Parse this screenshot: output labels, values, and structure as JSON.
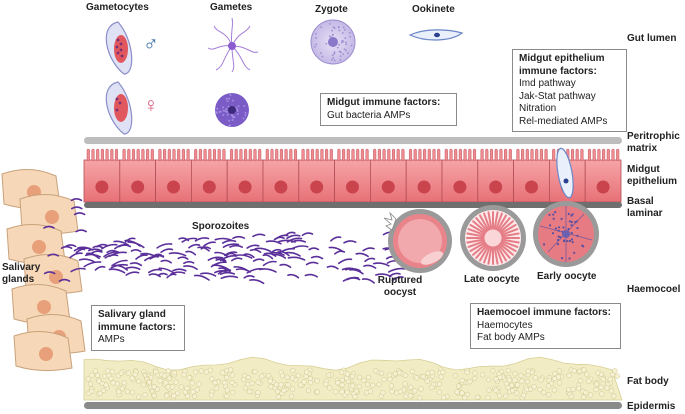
{
  "stages": {
    "gametocytes": "Gametocytes",
    "gametes": "Gametes",
    "zygote": "Zygote",
    "ookinete": "Ookinete",
    "male_symbol": "♂",
    "female_symbol": "♀"
  },
  "compartments": {
    "gut_lumen": "Gut lumen",
    "peritrophic_matrix": [
      "Peritrophic",
      "matrix"
    ],
    "midgut_epithelium": [
      "Midgut",
      "epithelium"
    ],
    "basal_lamina": [
      "Basal",
      "laminar"
    ],
    "haemocoel": "Haemocoel",
    "fat_body": "Fat body",
    "epidermis": "Epidermis",
    "salivary_glands": [
      "Salivary",
      "glands"
    ]
  },
  "parasites": {
    "sporozoites": "Sporozoites",
    "ruptured_oocyst": [
      "Ruptured",
      "oocyst"
    ],
    "late_oocyte": "Late oocyte",
    "early_oocyte": "Early oocyte"
  },
  "boxes": {
    "midgut_epithelium": {
      "title": [
        "Midgut epithelium",
        "immune factors:"
      ],
      "items": [
        "Imd pathway",
        "Jak-Stat pathway",
        "Nitration",
        "Rel-mediated AMPs"
      ]
    },
    "midgut": {
      "title": [
        "Midgut immune factors:"
      ],
      "items": [
        "Gut bacteria AMPs"
      ]
    },
    "salivary": {
      "title": [
        "Salivary gland",
        "immune factors:"
      ],
      "items": [
        "AMPs"
      ]
    },
    "haemocoel": {
      "title": [
        "Haemocoel immune factors:"
      ],
      "items": [
        "Haemocytes",
        "Fat body AMPs"
      ]
    }
  },
  "colors": {
    "epithelium": "#e06a70",
    "nucleus": "#c9444c",
    "parasite": "#6a3fa8",
    "fat_body": "#f1ecc4",
    "membrane": "#a9a9a9"
  }
}
